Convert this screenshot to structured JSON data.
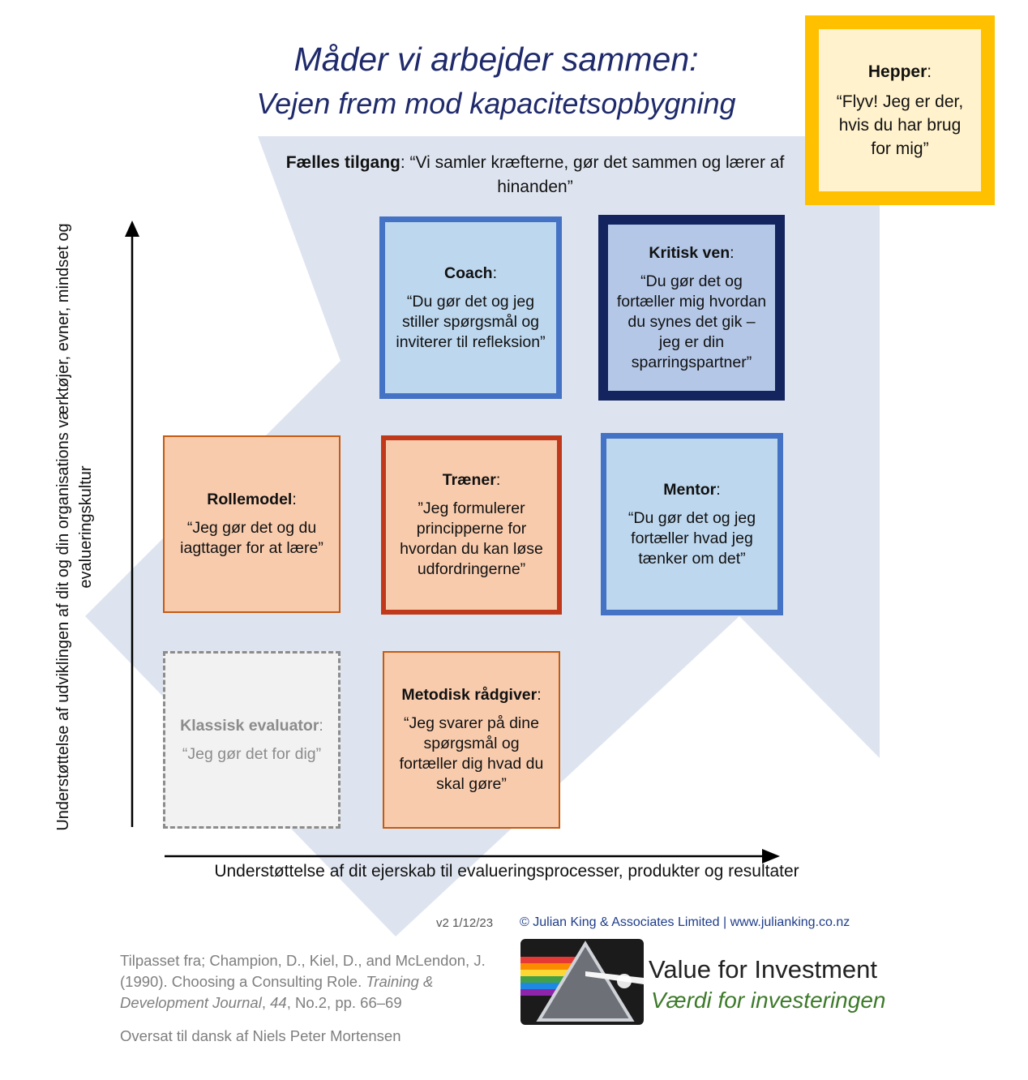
{
  "title": {
    "line1": "Måder vi arbejder sammen:",
    "line2": "Vejen frem mod kapacitetsopbygning"
  },
  "shared_approach": {
    "label": "Fælles tilgang",
    "quote": ": “Vi samler kræfterne, gør det sammen og lærer af hinanden”"
  },
  "roles": {
    "hepper": {
      "label": "Hepper",
      "quote": "“Flyv! Jeg er der, hvis du har brug for mig”"
    },
    "coach": {
      "label": "Coach",
      "quote": "“Du gør det og jeg stiller spørgsmål og inviterer til refleksion”"
    },
    "kritisk_ven": {
      "label": "Kritisk ven",
      "quote": "“Du gør det og fortæller mig hvordan du synes det gik – jeg er din sparringspartner”"
    },
    "rollemodel": {
      "label": "Rollemodel",
      "quote": "“Jeg gør det og du iagttager for at lære”"
    },
    "traener": {
      "label": "Træner",
      "quote": "”Jeg formulerer principperne for hvordan du kan løse udfordringerne”"
    },
    "mentor": {
      "label": "Mentor",
      "quote": "“Du gør det og jeg fortæller hvad jeg tænker om det”"
    },
    "klassisk": {
      "label": "Klassisk evaluator",
      "quote": "“Jeg gør det for dig”"
    },
    "metodisk": {
      "label": "Metodisk rådgiver",
      "quote": "“Jeg svarer på dine spørgsmål og fortæller dig hvad du skal gøre”"
    }
  },
  "axes": {
    "y_label": "Understøttelse af udviklingen af dit og din organisations værktøjer, evner, mindset og evalueringskultur",
    "x_label": "Understøttelse af dit ejerskab til evalueringsprocesser, produkter og resultater"
  },
  "footer": {
    "version": "v2 1/12/23",
    "copyright": "© Julian King & Associates Limited | www.julianking.co.nz",
    "citation_plain1": "Tilpasset fra; Champion, D., Kiel, D., and McLendon, J. (1990). Choosing a Consulting Role. ",
    "citation_italic1": "Training & Development Journal",
    "citation_plain2": ", ",
    "citation_italic2": "44",
    "citation_plain3": ", No.2, pp. 66–69",
    "translated_by": "Oversat til dansk af Niels Peter Mortensen",
    "brand_en": "Value for Investment",
    "brand_da": "Værdi for investeringen"
  },
  "colors": {
    "title": "#1f2a6b",
    "background_arrow": "#dee4ef",
    "blue_box": "#bdd7ee",
    "blue_border": "#4472c4",
    "navy_border": "#13245e",
    "orange_box": "#f8cbad",
    "orange_border": "#c55a11",
    "hepper_border": "#ffc000",
    "brand_green": "#3d7a2a"
  }
}
